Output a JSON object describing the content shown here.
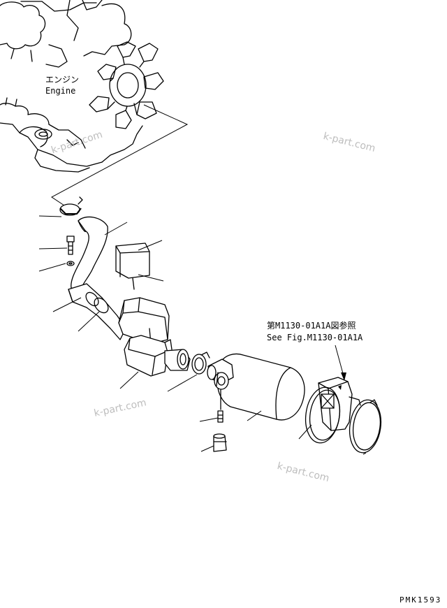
{
  "labels": {
    "engine_jp": "エンジン",
    "engine_en": "Engine",
    "ref_jp": "第M1130-01A1A図参照",
    "ref_en": "See Fig.M1130-01A1A",
    "drawing_code": "PMK1593"
  },
  "watermark": "k-part.com",
  "colors": {
    "line": "#000000",
    "background": "#ffffff",
    "watermark": "#bdbdbd"
  }
}
